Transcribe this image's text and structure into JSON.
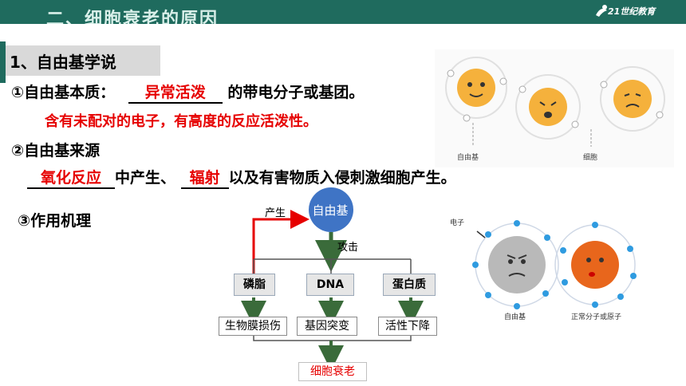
{
  "header": {
    "title": "二、细胞衰老的原因",
    "logo_text": "21世纪教育"
  },
  "section": {
    "title": "1、自由基学说"
  },
  "item1": {
    "prefix": "①自由基本质：",
    "blank": "异常活泼",
    "suffix": "的带电分子或基团。",
    "note": "含有未配对的电子，有高度的反应活泼性。"
  },
  "item2": {
    "title": "②自由基来源",
    "blank1": "氧化反应",
    "mid": "中产生、",
    "blank2": "辐射",
    "suffix": "以及有害物质入侵刺激细胞产生。"
  },
  "item3": {
    "title": "③作用机理"
  },
  "diagram": {
    "center": "自由基",
    "produce": "产生",
    "attack": "攻击",
    "targets": [
      "磷脂",
      "DNA",
      "蛋白质"
    ],
    "effects": [
      "生物膜损伤",
      "基因突变",
      "活性下降"
    ],
    "result": "细胞衰老"
  },
  "image_top_right": {
    "label1": "自由基",
    "label2": "细胞"
  },
  "image_bottom_right": {
    "electron": "电子",
    "free_radical": "自由基",
    "normal": "正常分子或原子"
  },
  "colors": {
    "header_bg": "#1f6b5e",
    "red": "#e60000",
    "arrow_green": "#3a6b3a",
    "circle_blue": "#3f74c5"
  }
}
